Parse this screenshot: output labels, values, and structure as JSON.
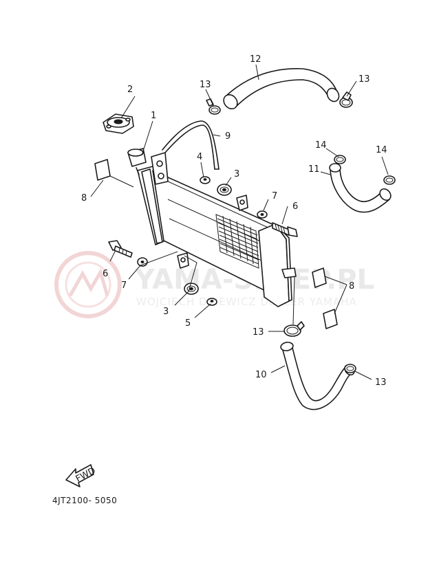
{
  "diagram_code": "4JT2100- 5050",
  "fwd_label": "FWD",
  "watermark": {
    "brand": "YAMA-SKLEP.PL",
    "tagline": "WOJCIECH DZIEWICZ DEALER YAMAHA",
    "color": "#e8b4b4"
  },
  "callouts": {
    "c1": "1",
    "c2": "2",
    "c3a": "3",
    "c3b": "3",
    "c4": "4",
    "c5": "5",
    "c6a": "6",
    "c6b": "6",
    "c7a": "7",
    "c7b": "7",
    "c8a": "8",
    "c8b": "8",
    "c9": "9",
    "c10": "10",
    "c11": "11",
    "c12": "12",
    "c13a": "13",
    "c13b": "13",
    "c13c": "13",
    "c13d": "13",
    "c14a": "14",
    "c14b": "14"
  }
}
